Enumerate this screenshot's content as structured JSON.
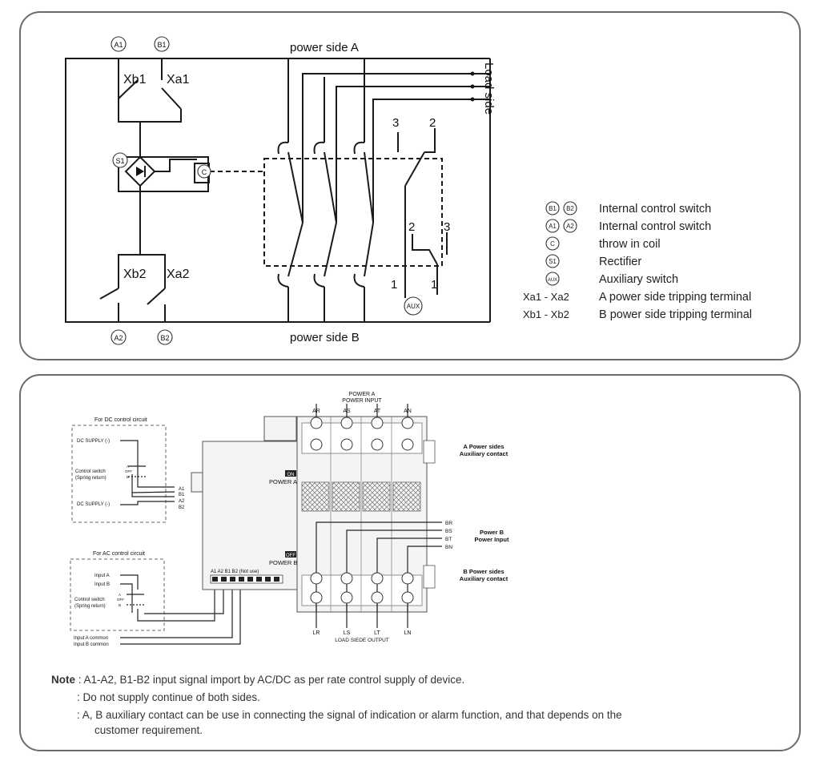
{
  "top": {
    "terminals": {
      "a1": "A1",
      "b1": "B1",
      "a2": "A2",
      "b2": "B2",
      "s1": "S1",
      "c": "C",
      "aux": "AUX"
    },
    "labels": {
      "xb1": "Xb1",
      "xa1": "Xa1",
      "xb2": "Xb2",
      "xa2": "Xa2",
      "power_side_a": "power side A",
      "power_side_b": "power side B",
      "load_side": "Load side",
      "n3_top": "3",
      "n2_top": "2",
      "n2_mid": "2",
      "n3_mid": "3",
      "n1_left": "1",
      "n1_right": "1"
    },
    "legend": [
      {
        "symbols": [
          "B1",
          "B2"
        ],
        "text": "Internal control switch"
      },
      {
        "symbols": [
          "A1",
          "A2"
        ],
        "text": "Internal control switch"
      },
      {
        "symbols": [
          "C"
        ],
        "text": "throw in coil"
      },
      {
        "symbols": [
          "S1"
        ],
        "text": "Rectifier"
      },
      {
        "symbols": [
          "AUX"
        ],
        "text": "Auxiliary switch"
      },
      {
        "code": "Xa1  -  Xa2",
        "text": "A power side tripping terminal"
      },
      {
        "code": "Xb1  -  Xb2",
        "text": "B power side tripping terminal"
      }
    ]
  },
  "bottom": {
    "dc_box": {
      "title": "For DC control circuit",
      "supply_neg_top": "DC SUPPLY (-)",
      "control_switch": "Control switch",
      "spring_return": "(Spring return)",
      "supply_neg_bottom": "DC SUPPLY (-)",
      "switch_a": "A",
      "switch_off": "OFF",
      "switch_b": "B",
      "outputs": [
        "A1",
        "B1",
        "A2",
        "B2"
      ]
    },
    "ac_box": {
      "title": "For AC control circuit",
      "input_a": "Input A",
      "input_b": "Input B",
      "control_switch": "Control switch",
      "spring_return": "(Spring return)",
      "switch_a": "A",
      "switch_off": "OFF",
      "switch_b": "B",
      "input_a_common": "Input A common",
      "input_b_common": "Input B common"
    },
    "device": {
      "power_a_title": "POWER A",
      "power_a_sub": "POWER INPUT",
      "top_terminals": [
        "AR",
        "AS",
        "AT",
        "AN"
      ],
      "on_tag": "ON",
      "power_a_label": "POWER A",
      "off_tag": "OFF",
      "power_b_label": "POWER B",
      "terminal_strip": "A1  A2  B1  B2   (Not use)",
      "side_b_terminals": [
        "BR",
        "BS",
        "BT",
        "BN"
      ],
      "power_b_title": "Power B",
      "power_b_sub": "Power Input",
      "a_aux_1": "A Power sides",
      "a_aux_2": "Auxiliary  contact",
      "b_aux_1": "B Power sides",
      "b_aux_2": "Auxiliary  contact",
      "bottom_terminals": [
        "LR",
        "LS",
        "LT",
        "LN"
      ],
      "load_output": "LOAD SIEDE OUTPUT"
    },
    "notes": {
      "label": "Note",
      "line1": ":  A1-A2, B1-B2 input signal import by AC/DC as per rate control supply of device.",
      "line2": ":  Do not supply continue of both sides.",
      "line3": ":  A, B auxiliary contact can be use in connecting the signal of indication or alarm function, and that depends on the",
      "line4": "customer requirement."
    }
  }
}
